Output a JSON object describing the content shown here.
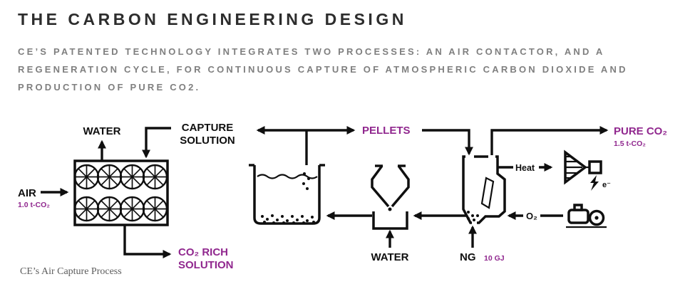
{
  "header": {
    "title": "THE CARBON ENGINEERING DESIGN",
    "description": "CE’S PATENTED TECHNOLOGY INTEGRATES TWO PROCESSES: AN AIR CONTACTOR, AND A REGENERATION CYCLE, FOR CONTINUOUS CAPTURE OF ATMOSPHERIC CARBON DIOXIDE AND PRODUCTION OF PURE CO2."
  },
  "diagram": {
    "labels": {
      "air": "AIR",
      "air_amount": "1.0 t-CO₂",
      "water_top": "WATER",
      "capture_solution_line1": "CAPTURE",
      "capture_solution_line2": "SOLUTION",
      "pellets": "PELLETS",
      "pure_co2": "PURE CO₂",
      "pure_co2_amount": "1.5 t-CO₂",
      "heat": "Heat",
      "electron": "e⁻",
      "oxygen": "O₂",
      "co2_rich_line1": "CO₂ RICH",
      "co2_rich_line2": "SOLUTION",
      "water_bottom": "WATER",
      "ng": "NG",
      "ng_amount": "10 GJ"
    },
    "colors": {
      "line": "#0f0f0f",
      "accent": "#90278e"
    }
  },
  "caption": "CE’s Air Capture Process"
}
